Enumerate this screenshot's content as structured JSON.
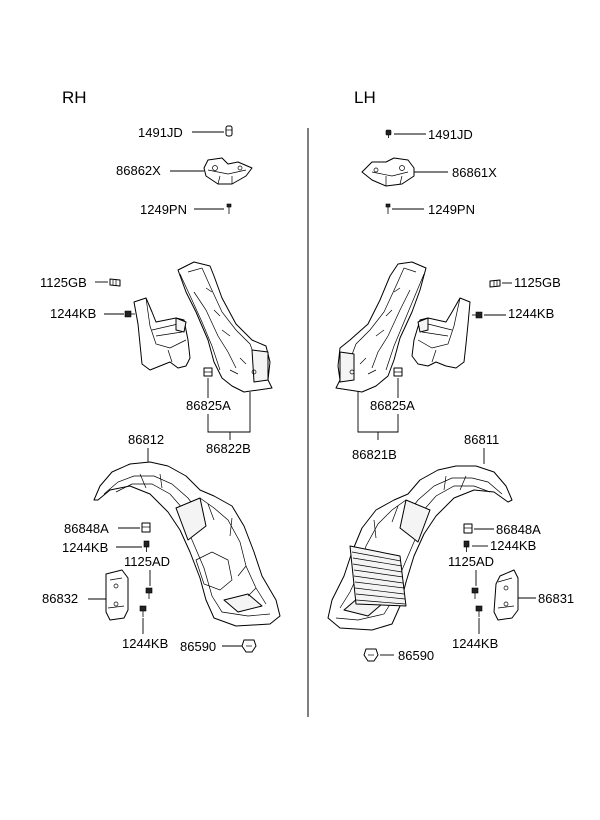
{
  "sides": {
    "right": "RH",
    "left": "LH"
  },
  "rh_labels": {
    "bolt_top": "1491JD",
    "bracket": "86862X",
    "screw": "1249PN",
    "clip": "1125GB",
    "bolt_flap": "1244KB",
    "flap_mount_clip": "86825A",
    "flap_assembly": "86822B",
    "liner": "86812",
    "liner_clip": "86848A",
    "liner_bolt": "1244KB",
    "rear_clip": "1125AD",
    "flap_bracket": "86832",
    "bracket_bolt": "1244KB",
    "grommet": "86590"
  },
  "lh_labels": {
    "bolt_top": "1491JD",
    "bracket": "86861X",
    "screw": "1249PN",
    "clip": "1125GB",
    "bolt_flap": "1244KB",
    "flap_mount_clip": "86825A",
    "flap_assembly": "86821B",
    "liner": "86811",
    "liner_clip": "86848A",
    "liner_bolt": "1244KB",
    "rear_clip": "1125AD",
    "flap_bracket": "86831",
    "bracket_bolt": "1244KB",
    "grommet": "86590"
  }
}
